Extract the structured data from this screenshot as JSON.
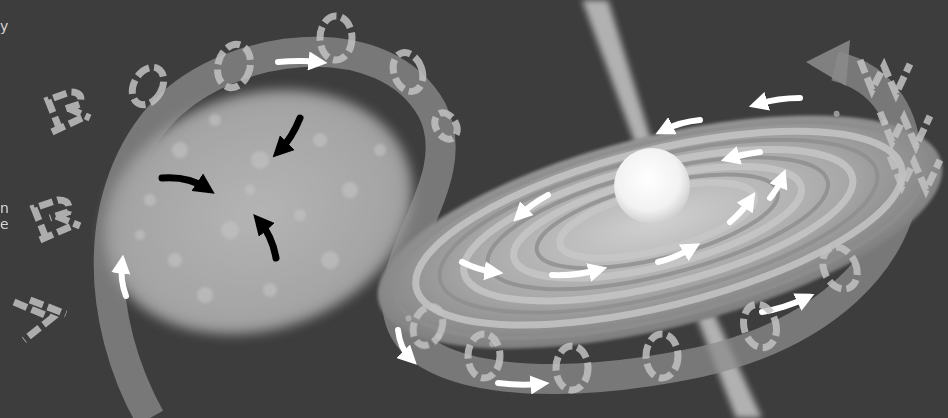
{
  "diagram": {
    "labels": [
      "y",
      "n",
      "e"
    ]
  }
}
